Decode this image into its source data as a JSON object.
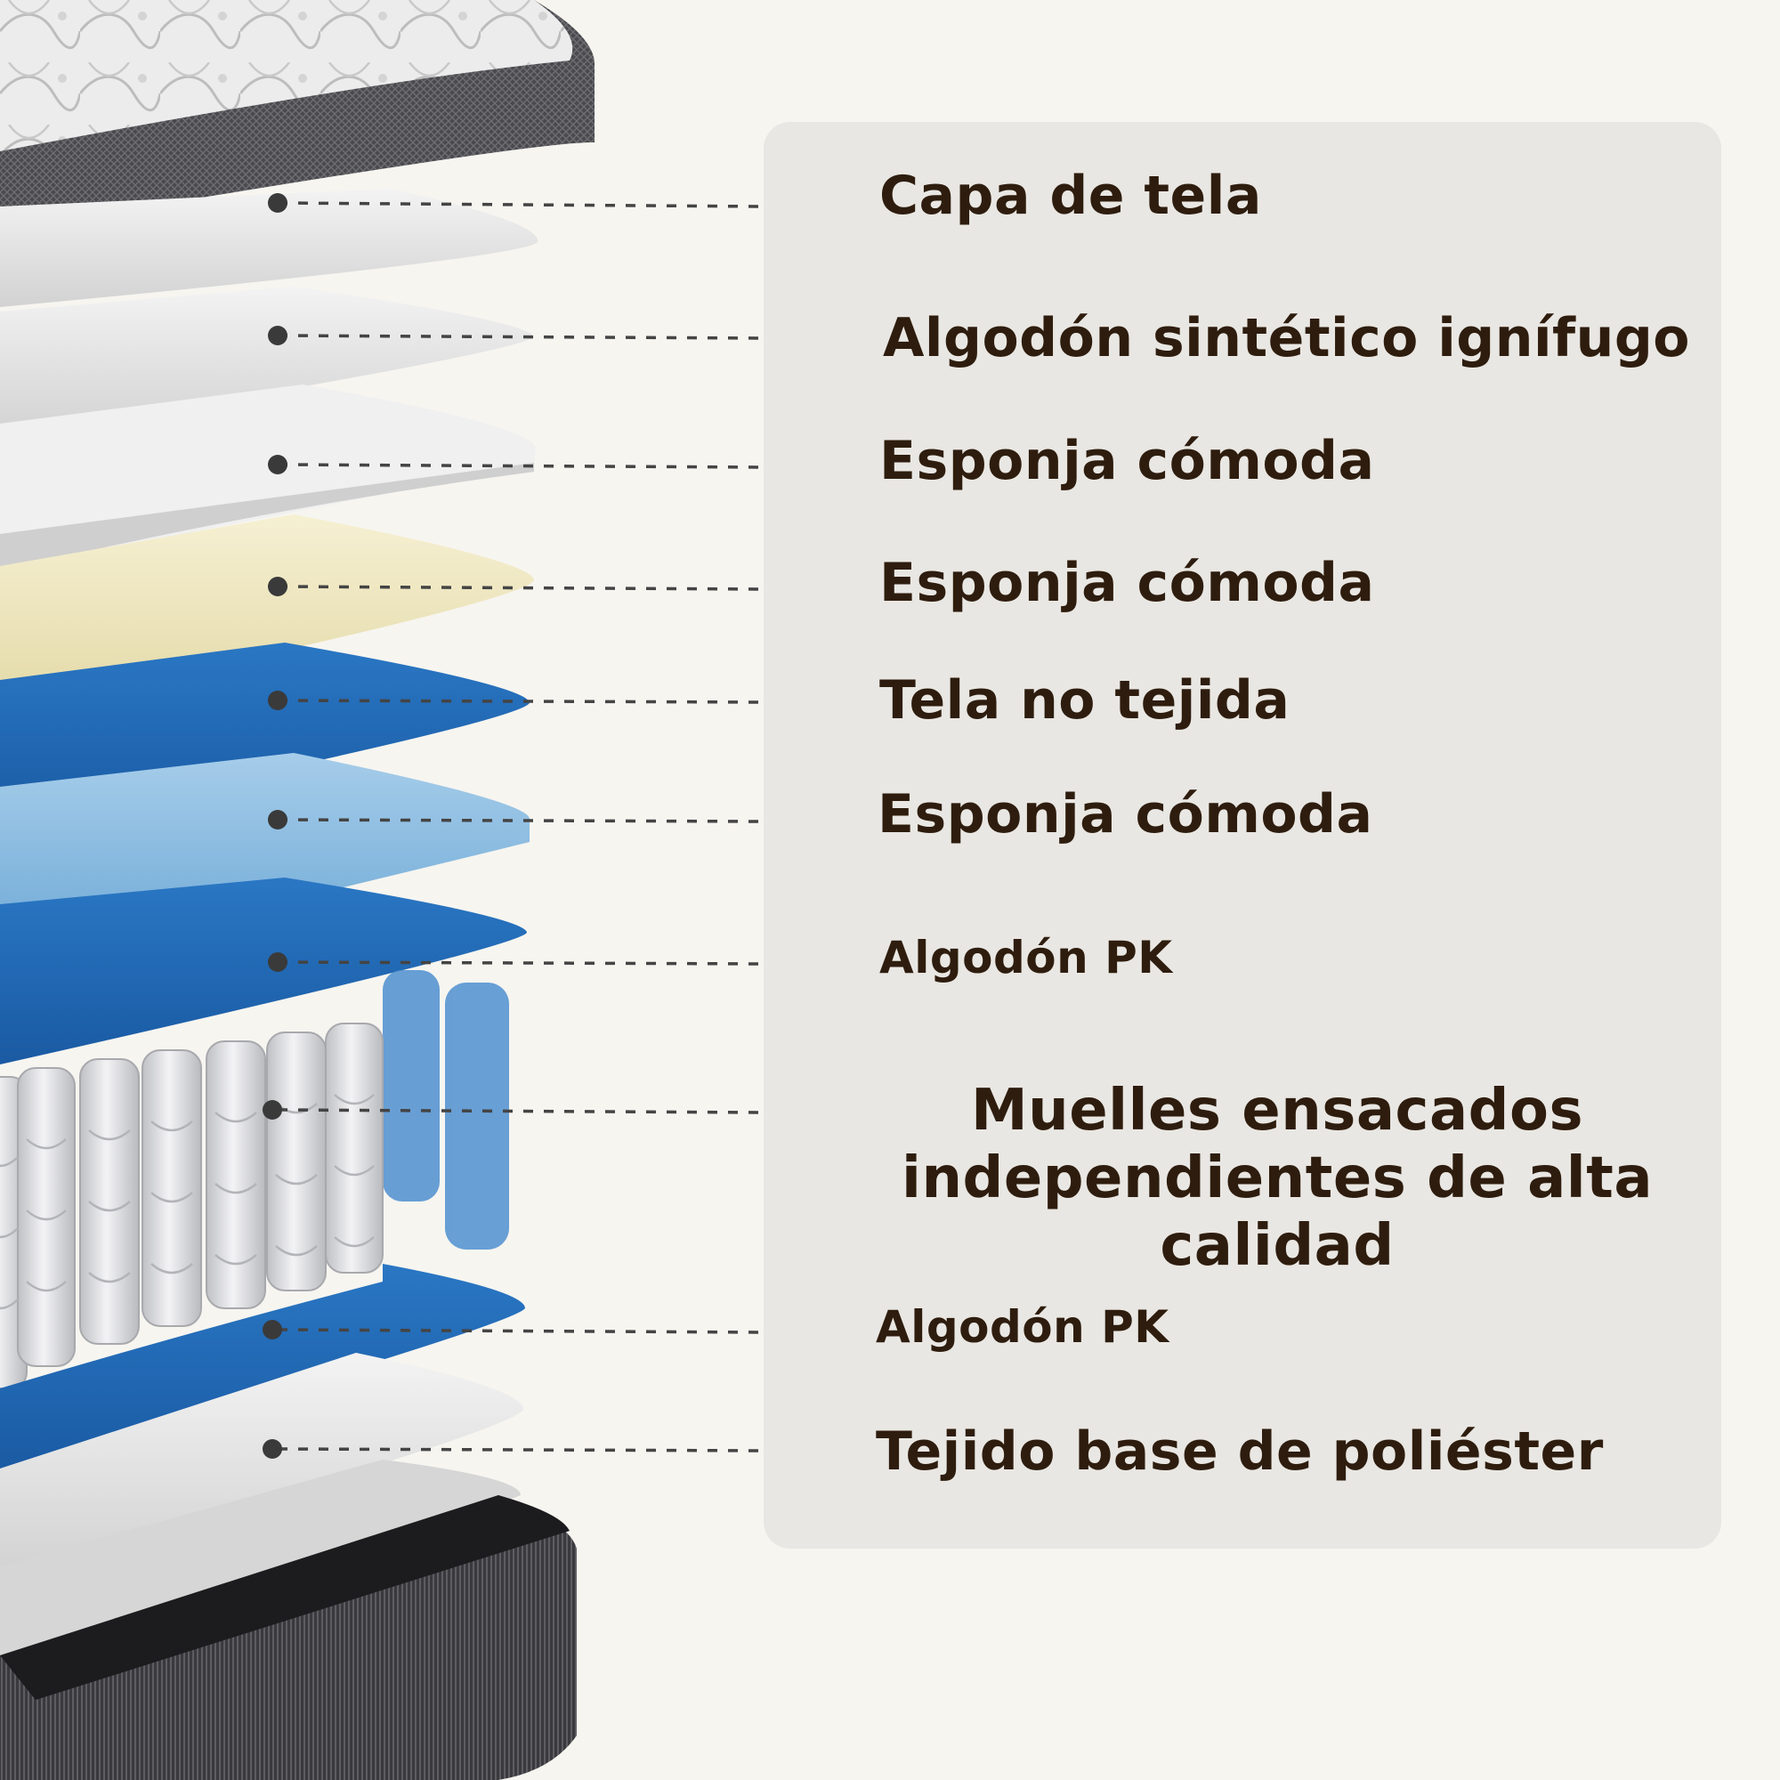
{
  "layers": [
    {
      "label": "Capa de tela"
    },
    {
      "label": "Algodón sintético ignífugo"
    },
    {
      "label": "Esponja cómoda"
    },
    {
      "label": "Esponja cómoda"
    },
    {
      "label": "Tela no tejida"
    },
    {
      "label": "Esponja cómoda"
    },
    {
      "label": "Algodón PK"
    },
    {
      "label": "Muelles ensacados independientes de alta calidad"
    },
    {
      "label": "Algodón PK"
    },
    {
      "label": "Tejido base de poliéster"
    }
  ],
  "colors": {
    "background": "#f7f5f0",
    "panel": "#e9e7e3",
    "text": "#2e1d0e",
    "cover_dark": "#4a4a4e",
    "white_layer": "#e6e6e6",
    "yellow_layer": "#efe8c2",
    "blue_dark": "#1f64b0",
    "blue_light": "#7fb6dd",
    "spring_white": "#d9d9dc",
    "base_dark": "#2b2b2e"
  },
  "icons": [
    "mattress-cross-section-illustration",
    "leader-dot-icon"
  ]
}
